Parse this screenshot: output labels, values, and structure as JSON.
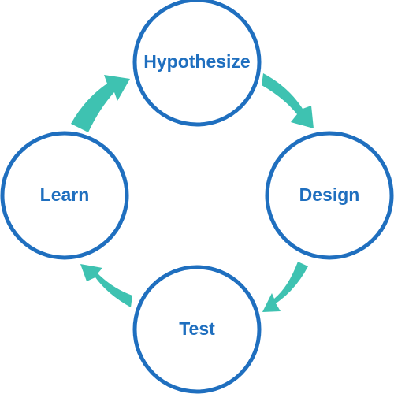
{
  "colors": {
    "node_stroke": "#1f6fbf",
    "label_text": "#1f6fbf",
    "arrow_fill": "#3ec2b1"
  },
  "nodes": {
    "hypothesize": {
      "label": "Hypothesize"
    },
    "design": {
      "label": "Design"
    },
    "test": {
      "label": "Test"
    },
    "learn": {
      "label": "Learn"
    }
  },
  "cycle": {
    "direction": "clockwise",
    "sequence": [
      "Hypothesize",
      "Design",
      "Test",
      "Learn"
    ]
  }
}
